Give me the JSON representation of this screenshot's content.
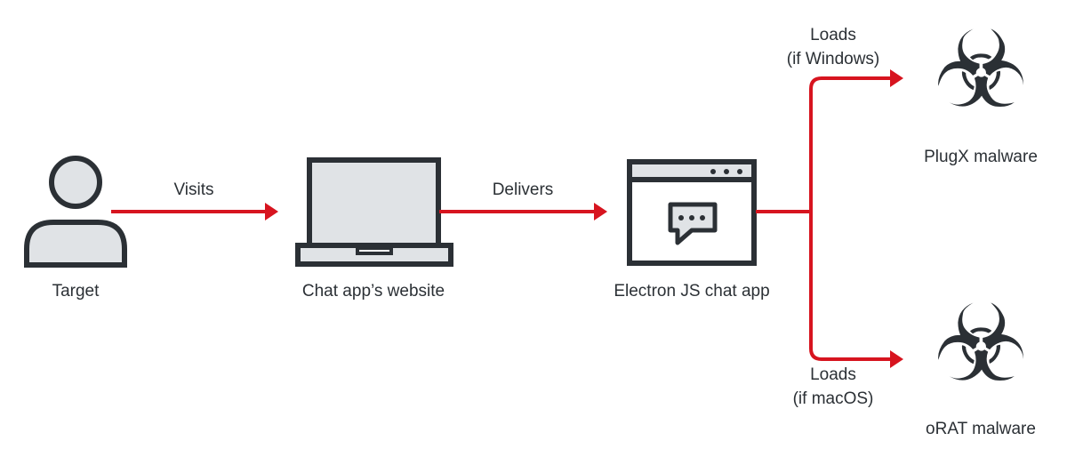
{
  "nodes": {
    "target": "Target",
    "website": "Chat app’s website",
    "chat_app": "Electron JS chat app",
    "plugx": "PlugX malware",
    "orat": "oRAT malware"
  },
  "edges": {
    "visits": "Visits",
    "delivers": "Delivers",
    "loads_windows": [
      "Loads",
      "(if Windows)"
    ],
    "loads_macos": [
      "Loads",
      "(if macOS)"
    ]
  },
  "icons": {
    "biohazard": "☣"
  },
  "colors": {
    "arrow": "#d7141f",
    "stroke": "#2b3035",
    "fill": "#e0e3e6"
  }
}
